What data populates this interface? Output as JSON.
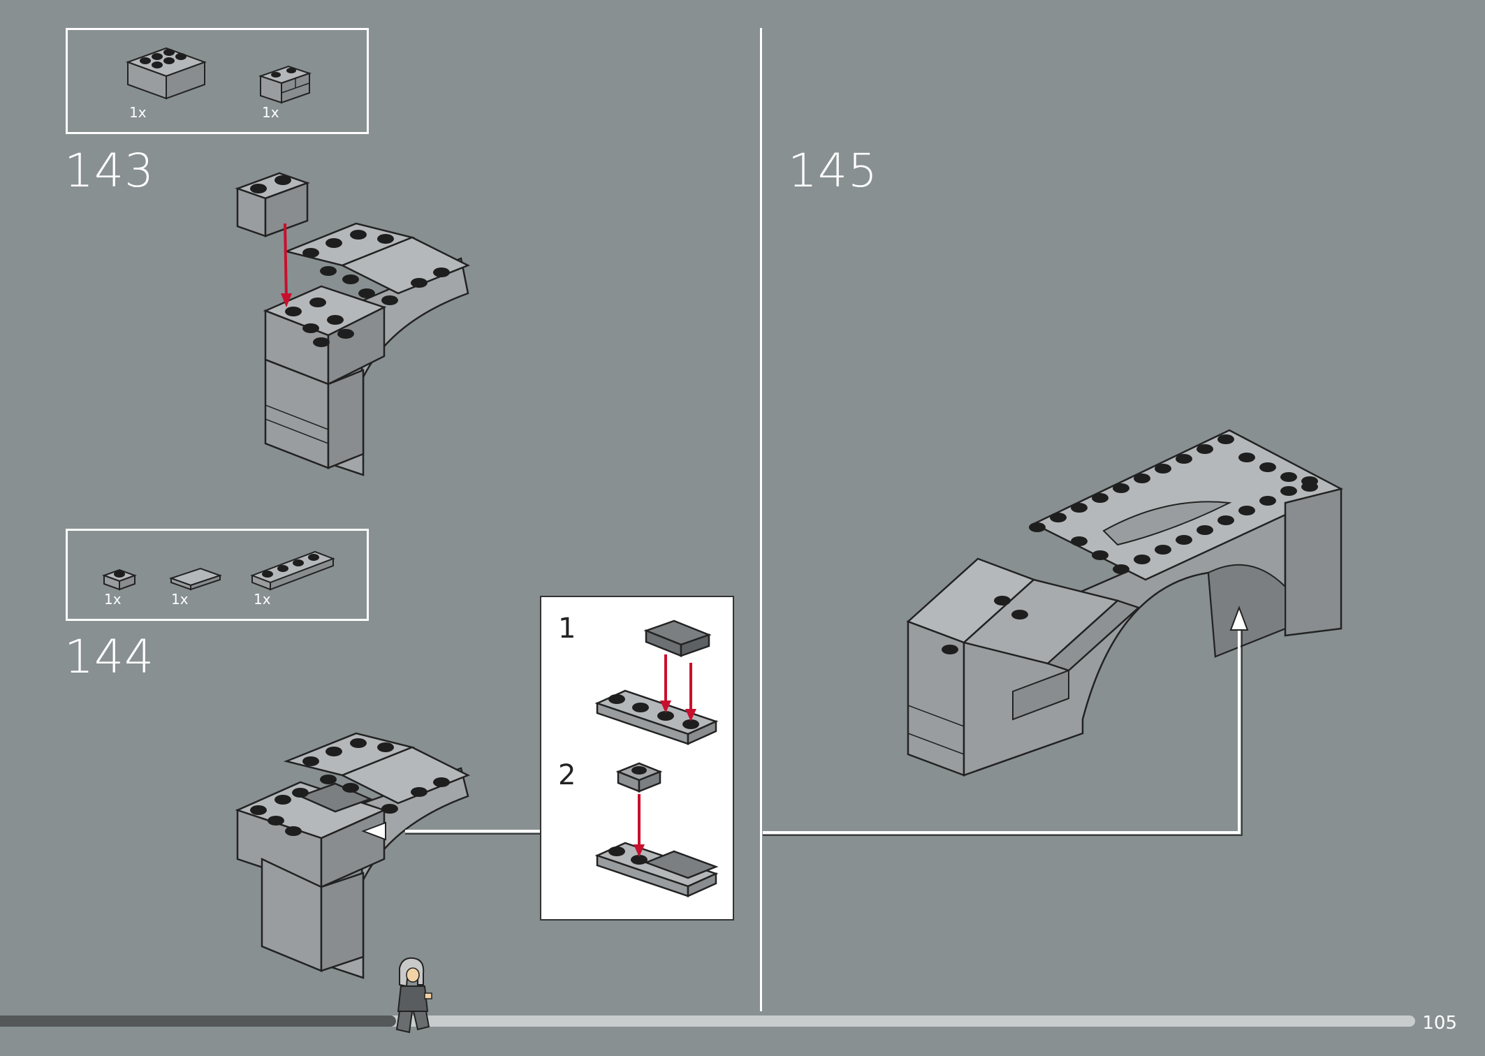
{
  "page": {
    "number": "105"
  },
  "progress": {
    "fraction": 0.28
  },
  "steps": [
    {
      "number": "143",
      "parts": [
        {
          "qty": "1x",
          "name": "brick-2x4-icon"
        },
        {
          "qty": "1x",
          "name": "brick-1x2-masonry-icon"
        }
      ]
    },
    {
      "number": "144",
      "parts": [
        {
          "qty": "1x",
          "name": "plate-1x1-icon"
        },
        {
          "qty": "1x",
          "name": "tile-1x2-icon"
        },
        {
          "qty": "1x",
          "name": "plate-1x4-icon"
        }
      ]
    },
    {
      "number": "145"
    }
  ],
  "callout": {
    "substeps": [
      {
        "number": "1"
      },
      {
        "number": "2"
      }
    ]
  },
  "colors": {
    "background": "#889092",
    "brick": "#a3a6a8",
    "stud": "#1e1e1e",
    "arrow": "#c8102e"
  }
}
